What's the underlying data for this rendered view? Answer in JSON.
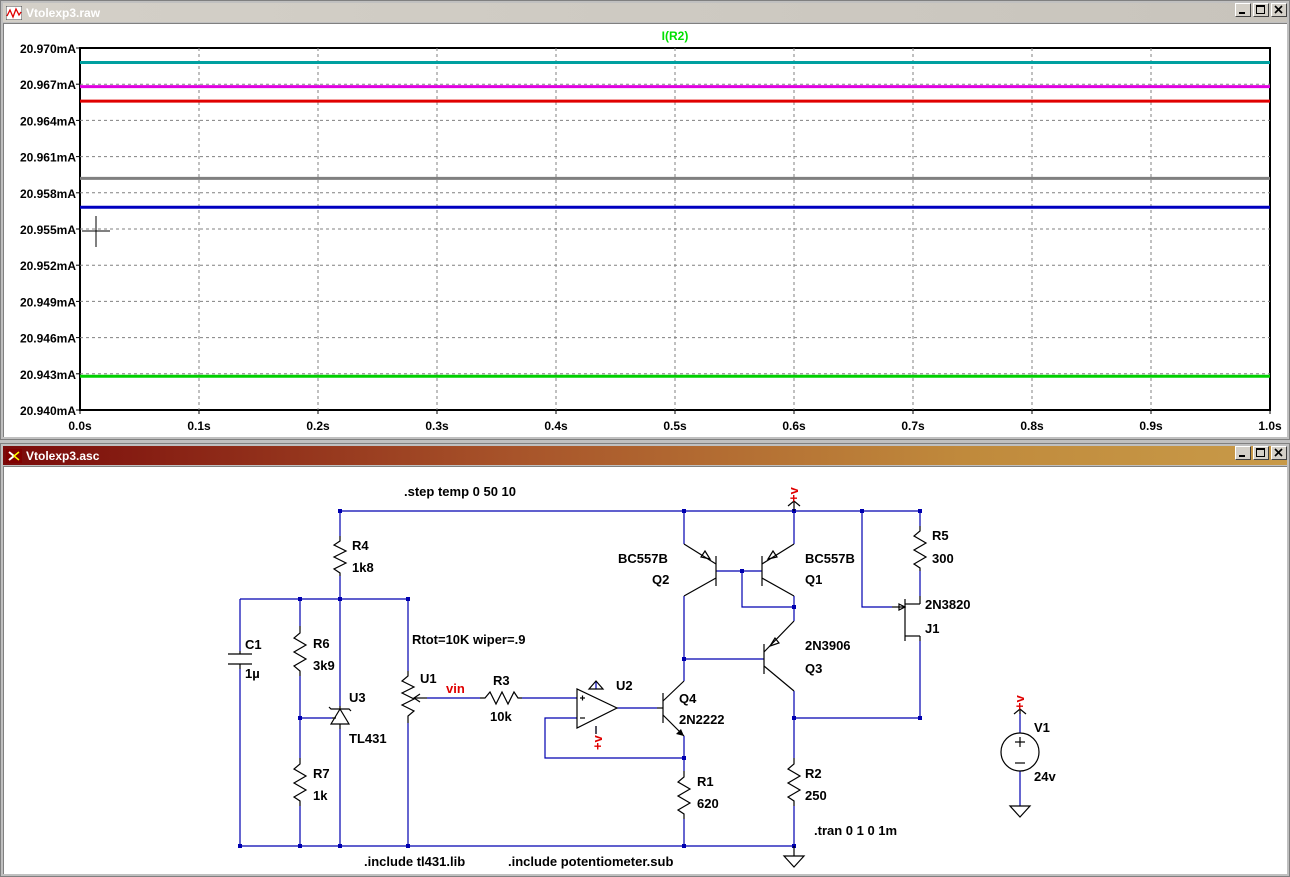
{
  "plot_window": {
    "title": "Vtolexp3.raw",
    "trace_label": "I(R2)",
    "trace_label_color": "#00e000"
  },
  "schematic_window": {
    "title": "Vtolexp3.asc"
  },
  "chart_data": {
    "type": "line",
    "title": "I(R2)",
    "xlabel": "",
    "ylabel": "",
    "xlim": [
      0.0,
      1.0
    ],
    "ylim": [
      20.94,
      20.97
    ],
    "x_ticks": [
      "0.0s",
      "0.1s",
      "0.2s",
      "0.3s",
      "0.4s",
      "0.5s",
      "0.6s",
      "0.7s",
      "0.8s",
      "0.9s",
      "1.0s"
    ],
    "y_ticks": [
      "20.970mA",
      "20.967mA",
      "20.964mA",
      "20.961mA",
      "20.958mA",
      "20.955mA",
      "20.952mA",
      "20.949mA",
      "20.946mA",
      "20.943mA",
      "20.940mA"
    ],
    "grid": true,
    "series": [
      {
        "color": "#00a0a0",
        "x": [
          0.0,
          1.0
        ],
        "y": [
          20.9688,
          20.9688
        ]
      },
      {
        "color": "#e000e0",
        "x": [
          0.0,
          1.0
        ],
        "y": [
          20.9668,
          20.9668
        ]
      },
      {
        "color": "#e00000",
        "x": [
          0.0,
          1.0
        ],
        "y": [
          20.9656,
          20.9656
        ]
      },
      {
        "color": "#808080",
        "x": [
          0.0,
          1.0
        ],
        "y": [
          20.9592,
          20.9592
        ]
      },
      {
        "color": "#0000c0",
        "x": [
          0.0,
          1.0
        ],
        "y": [
          20.9568,
          20.9568
        ]
      },
      {
        "color": "#00d000",
        "x": [
          0.0,
          1.0
        ],
        "y": [
          20.9428,
          20.9428
        ]
      }
    ]
  },
  "schematic": {
    "directives": {
      "step": ".step temp 0 50 10",
      "tran": ".tran 0 1 0 1m",
      "include1": ".include tl431.lib",
      "include2": ".include potentiometer.sub"
    },
    "components": {
      "r4": {
        "name": "R4",
        "value": "1k8"
      },
      "r6": {
        "name": "R6",
        "value": "3k9"
      },
      "r7": {
        "name": "R7",
        "value": "1k"
      },
      "c1": {
        "name": "C1",
        "value": "1µ"
      },
      "u3": {
        "name": "U3",
        "value": "TL431"
      },
      "u1": {
        "name": "U1",
        "value": "Rtot=10K wiper=.9"
      },
      "r3": {
        "name": "R3",
        "value": "10k"
      },
      "u2": {
        "name": "U2"
      },
      "q4": {
        "name": "Q4",
        "value": "2N2222"
      },
      "r1": {
        "name": "R1",
        "value": "620"
      },
      "q2": {
        "name": "Q2",
        "value": "BC557B"
      },
      "q1": {
        "name": "Q1",
        "value": "BC557B"
      },
      "q3": {
        "name": "Q3",
        "value": "2N3906"
      },
      "r2": {
        "name": "R2",
        "value": "250"
      },
      "r5": {
        "name": "R5",
        "value": "300"
      },
      "j1": {
        "name": "J1",
        "value": "2N3820"
      },
      "v1": {
        "name": "V1",
        "value": "24v"
      }
    },
    "net_labels": {
      "vin": "vin",
      "plus_v": "+v"
    },
    "colors": {
      "wire": "#0000b0",
      "component": "#000000",
      "net_label": "#e00000"
    }
  }
}
